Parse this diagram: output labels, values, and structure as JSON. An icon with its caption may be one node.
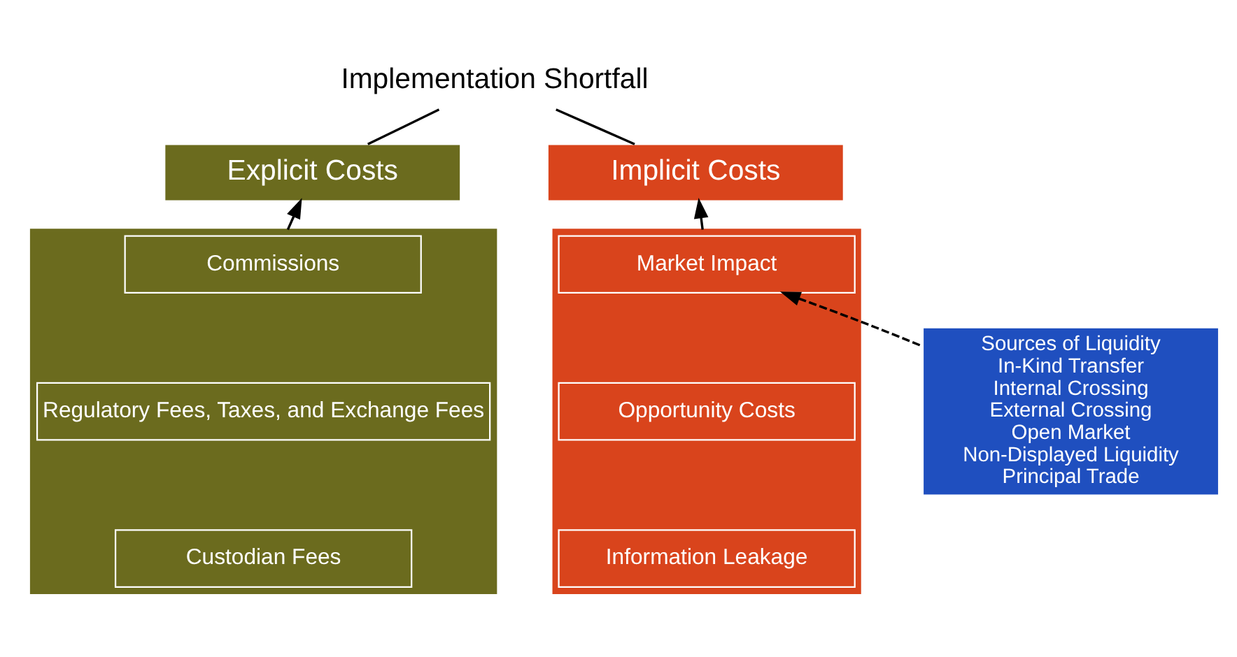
{
  "diagram": {
    "nodes": [
      {
        "text": [
          "Implementation Shortfall"
        ]
      },
      {
        "text": [
          "Explicit Costs"
        ]
      },
      {
        "text": [
          "Implicit Costs"
        ]
      },
      {
        "text": [],
        "shape": "box"
      },
      {
        "text": [
          "Commissions"
        ],
        "in": 3
      },
      {
        "text": [
          "Regulatory Fees, Taxes, and Exchange Fees"
        ],
        "in": 3
      },
      {
        "text": [
          "Custodian Fees"
        ],
        "in": 3
      },
      {
        "text": [],
        "shape": "box"
      },
      {
        "text": [
          "Market Impact"
        ],
        "in": 7
      },
      {
        "text": [
          "Opportunity Costs"
        ],
        "in": 7
      },
      {
        "text": [
          "Information Leakage"
        ],
        "in": 7
      },
      {
        "text": [
          "Sources of Liquidity",
          "In-Kind Transfer",
          "Internal Crossing",
          "External Crossing",
          "Open Market",
          "Non-Displayed Liquidity",
          "Principal Trade"
        ]
      }
    ],
    "edges": [
      {
        "from": 0,
        "to": 1,
        "arrow": "none"
      },
      {
        "from": 0,
        "to": 2,
        "arrow": "none"
      },
      {
        "from": 3,
        "to": 1,
        "arrow": "to"
      },
      {
        "from": 7,
        "to": 2,
        "arrow": "to"
      },
      {
        "from": 11,
        "to": 8,
        "arrow": "to",
        "style": "dashed"
      }
    ]
  }
}
